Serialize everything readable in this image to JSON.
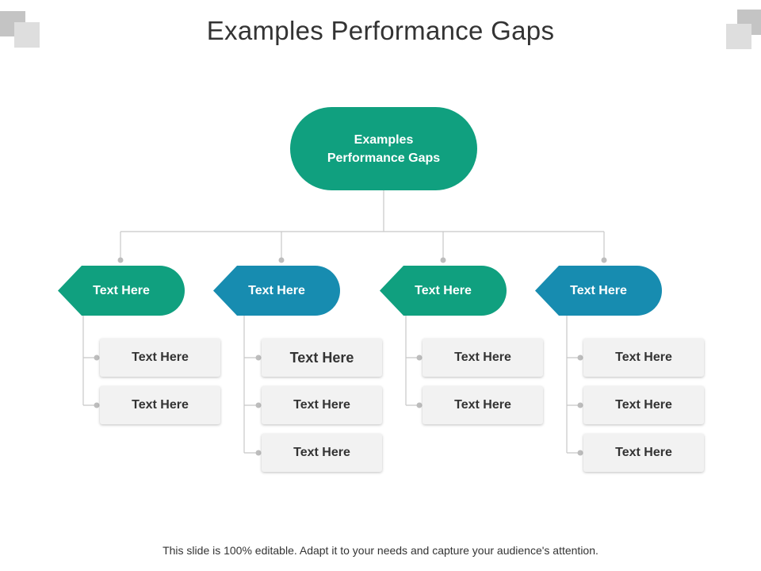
{
  "title": "Examples Performance Gaps",
  "footer": "This slide is 100% editable. Adapt it to your needs and capture your audience's attention.",
  "colors": {
    "green": "#10a07f",
    "blue": "#178cb0",
    "line": "#c8c8c8",
    "dot": "#bdbdbd",
    "item_bg": "#f2f2f2",
    "corner_dark": "#c4c4c4",
    "corner_light": "#dedede"
  },
  "root": {
    "line1": "Examples",
    "line2": "Performance Gaps"
  },
  "categories": [
    {
      "label": "Text Here",
      "color": "green",
      "items": [
        "Text Here",
        "Text Here"
      ]
    },
    {
      "label": "Text Here",
      "color": "blue",
      "items": [
        "Text Here",
        "Text Here",
        "Text Here"
      ]
    },
    {
      "label": "Text Here",
      "color": "green",
      "items": [
        "Text Here",
        "Text Here"
      ]
    },
    {
      "label": "Text Here",
      "color": "blue",
      "items": [
        "Text Here",
        "Text Here",
        "Text Here"
      ]
    }
  ]
}
